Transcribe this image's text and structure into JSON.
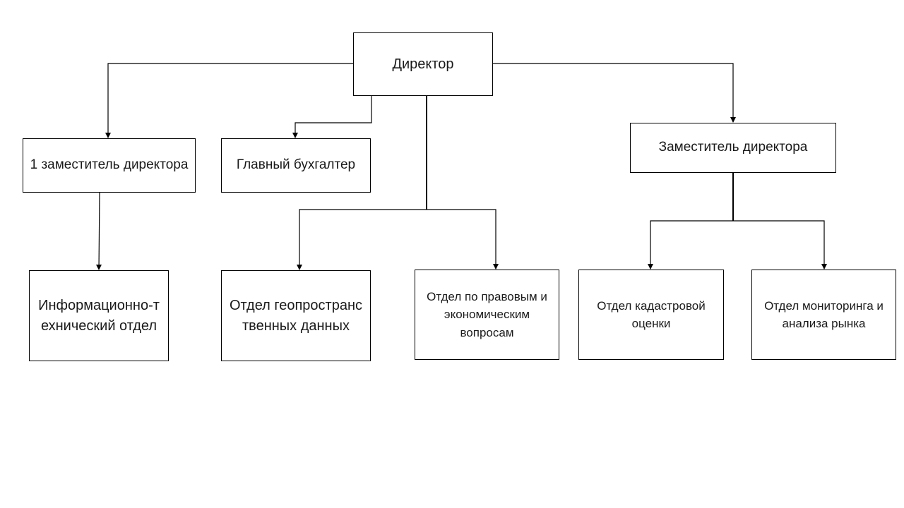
{
  "nodes": {
    "director": "Директор",
    "deputy_first": "1 заместитель директора",
    "chief_accountant": "Главный бухгалтер",
    "deputy": "Заместитель директора",
    "it_department": "Информационно-технический отдел",
    "geo_department": "Отдел геопространственных данных",
    "legal_department": "Отдел по правовым и экономическим вопросам",
    "cadastral_department": "Отдел кадастровой оценки",
    "monitoring_department": "Отдел мониторинга и анализа рынка"
  },
  "colors": {
    "line": "#000000",
    "box_border": "#000000",
    "background": "#ffffff"
  }
}
